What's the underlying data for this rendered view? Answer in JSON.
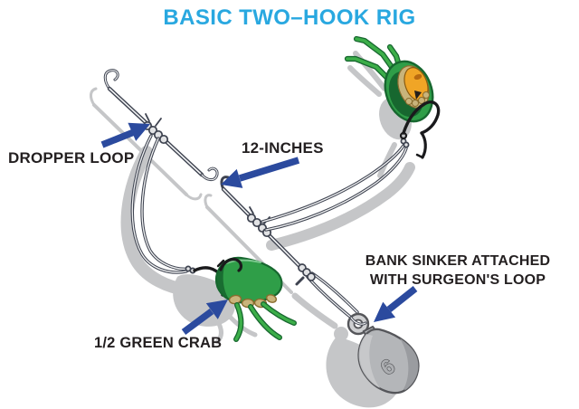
{
  "title": "BASIC TWO–HOOK RIG",
  "labels": {
    "dropper_loop": "DROPPER LOOP",
    "distance": "12-INCHES",
    "bank_sinker": {
      "line1": "BANK SINKER ATTACHED",
      "line2": "WITH SURGEON'S LOOP"
    },
    "green_crab": "1/2 GREEN CRAB"
  },
  "sinker": {
    "marking": "6"
  },
  "icons": {
    "arrows": [
      "dropper-loop-arrow",
      "twelve-inches-arrow",
      "bank-sinker-arrow",
      "green-crab-arrow"
    ]
  },
  "colors": {
    "title_blue": "#29A8E0",
    "label_ink": "#231F20",
    "arrow_blue": "#2B4A9E",
    "line_dark": "#3E4350",
    "line_core": "#F2F3F4",
    "shadow_gray": "#C5C6C8",
    "crab_green": "#2F9E48",
    "crab_dark_green": "#17672F",
    "crab_leg_green": "#3CAE49",
    "crab_rim_tan": "#C9B47B",
    "crab_orange": "#F0A526",
    "hook_black": "#1A1A1C",
    "sinker_gray": "#B4B6B9",
    "sinker_outline": "#55565A"
  }
}
